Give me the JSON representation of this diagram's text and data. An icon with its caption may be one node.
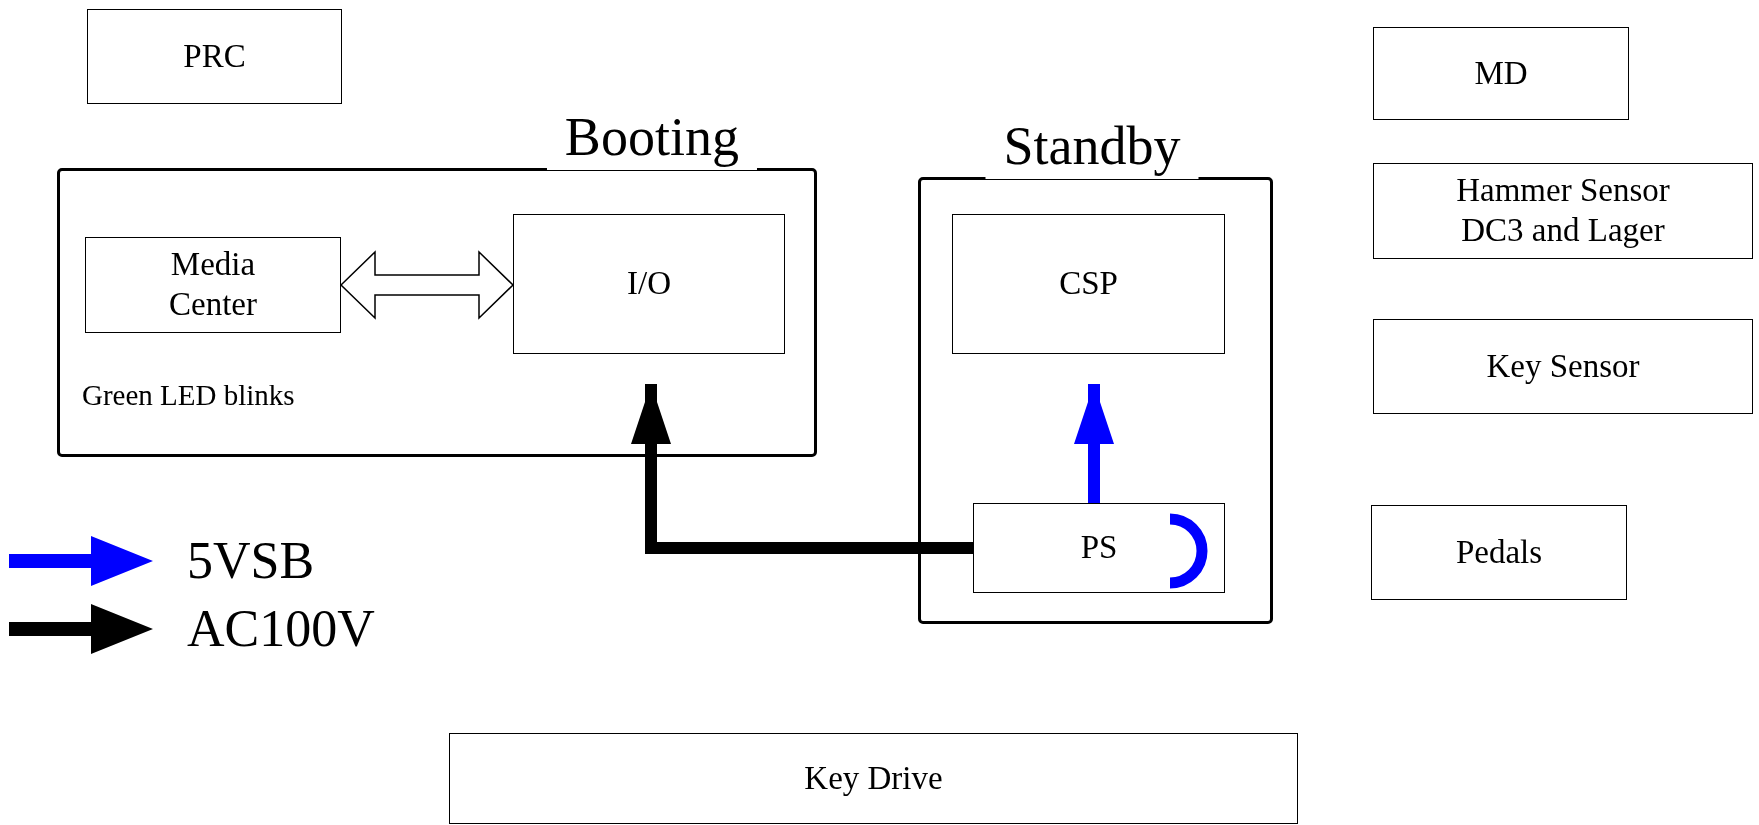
{
  "diagram": {
    "nodes": [
      {
        "text": [
          "PRC"
        ]
      },
      {
        "text": [
          "MD"
        ]
      },
      {
        "text": [
          "Booting",
          "Green LED blinks"
        ]
      },
      {
        "text": [
          "Media Center"
        ],
        "in": 2
      },
      {
        "text": [
          "I/O"
        ],
        "in": 2
      },
      {
        "text": [
          "Standby"
        ]
      },
      {
        "text": [
          "CSP"
        ],
        "in": 5
      },
      {
        "text": [
          "PS"
        ],
        "in": 5
      },
      {
        "text": [
          "Hammer Sensor DC3 and Lager"
        ]
      },
      {
        "text": [
          "Key Sensor"
        ]
      },
      {
        "text": [
          "Pedals"
        ]
      },
      {
        "text": [
          "Key Drive"
        ]
      }
    ],
    "edges": [
      {
        "from": 3,
        "to": 4,
        "arrow": "both",
        "style": "thick"
      },
      {
        "from": 7,
        "to": 4,
        "arrow": "to"
      },
      {
        "from": 7,
        "to": 6,
        "arrow": "to",
        "color": "#0000ff"
      }
    ],
    "legend": [
      {
        "text": "5VSB"
      },
      {
        "text": "AC100V"
      }
    ]
  }
}
